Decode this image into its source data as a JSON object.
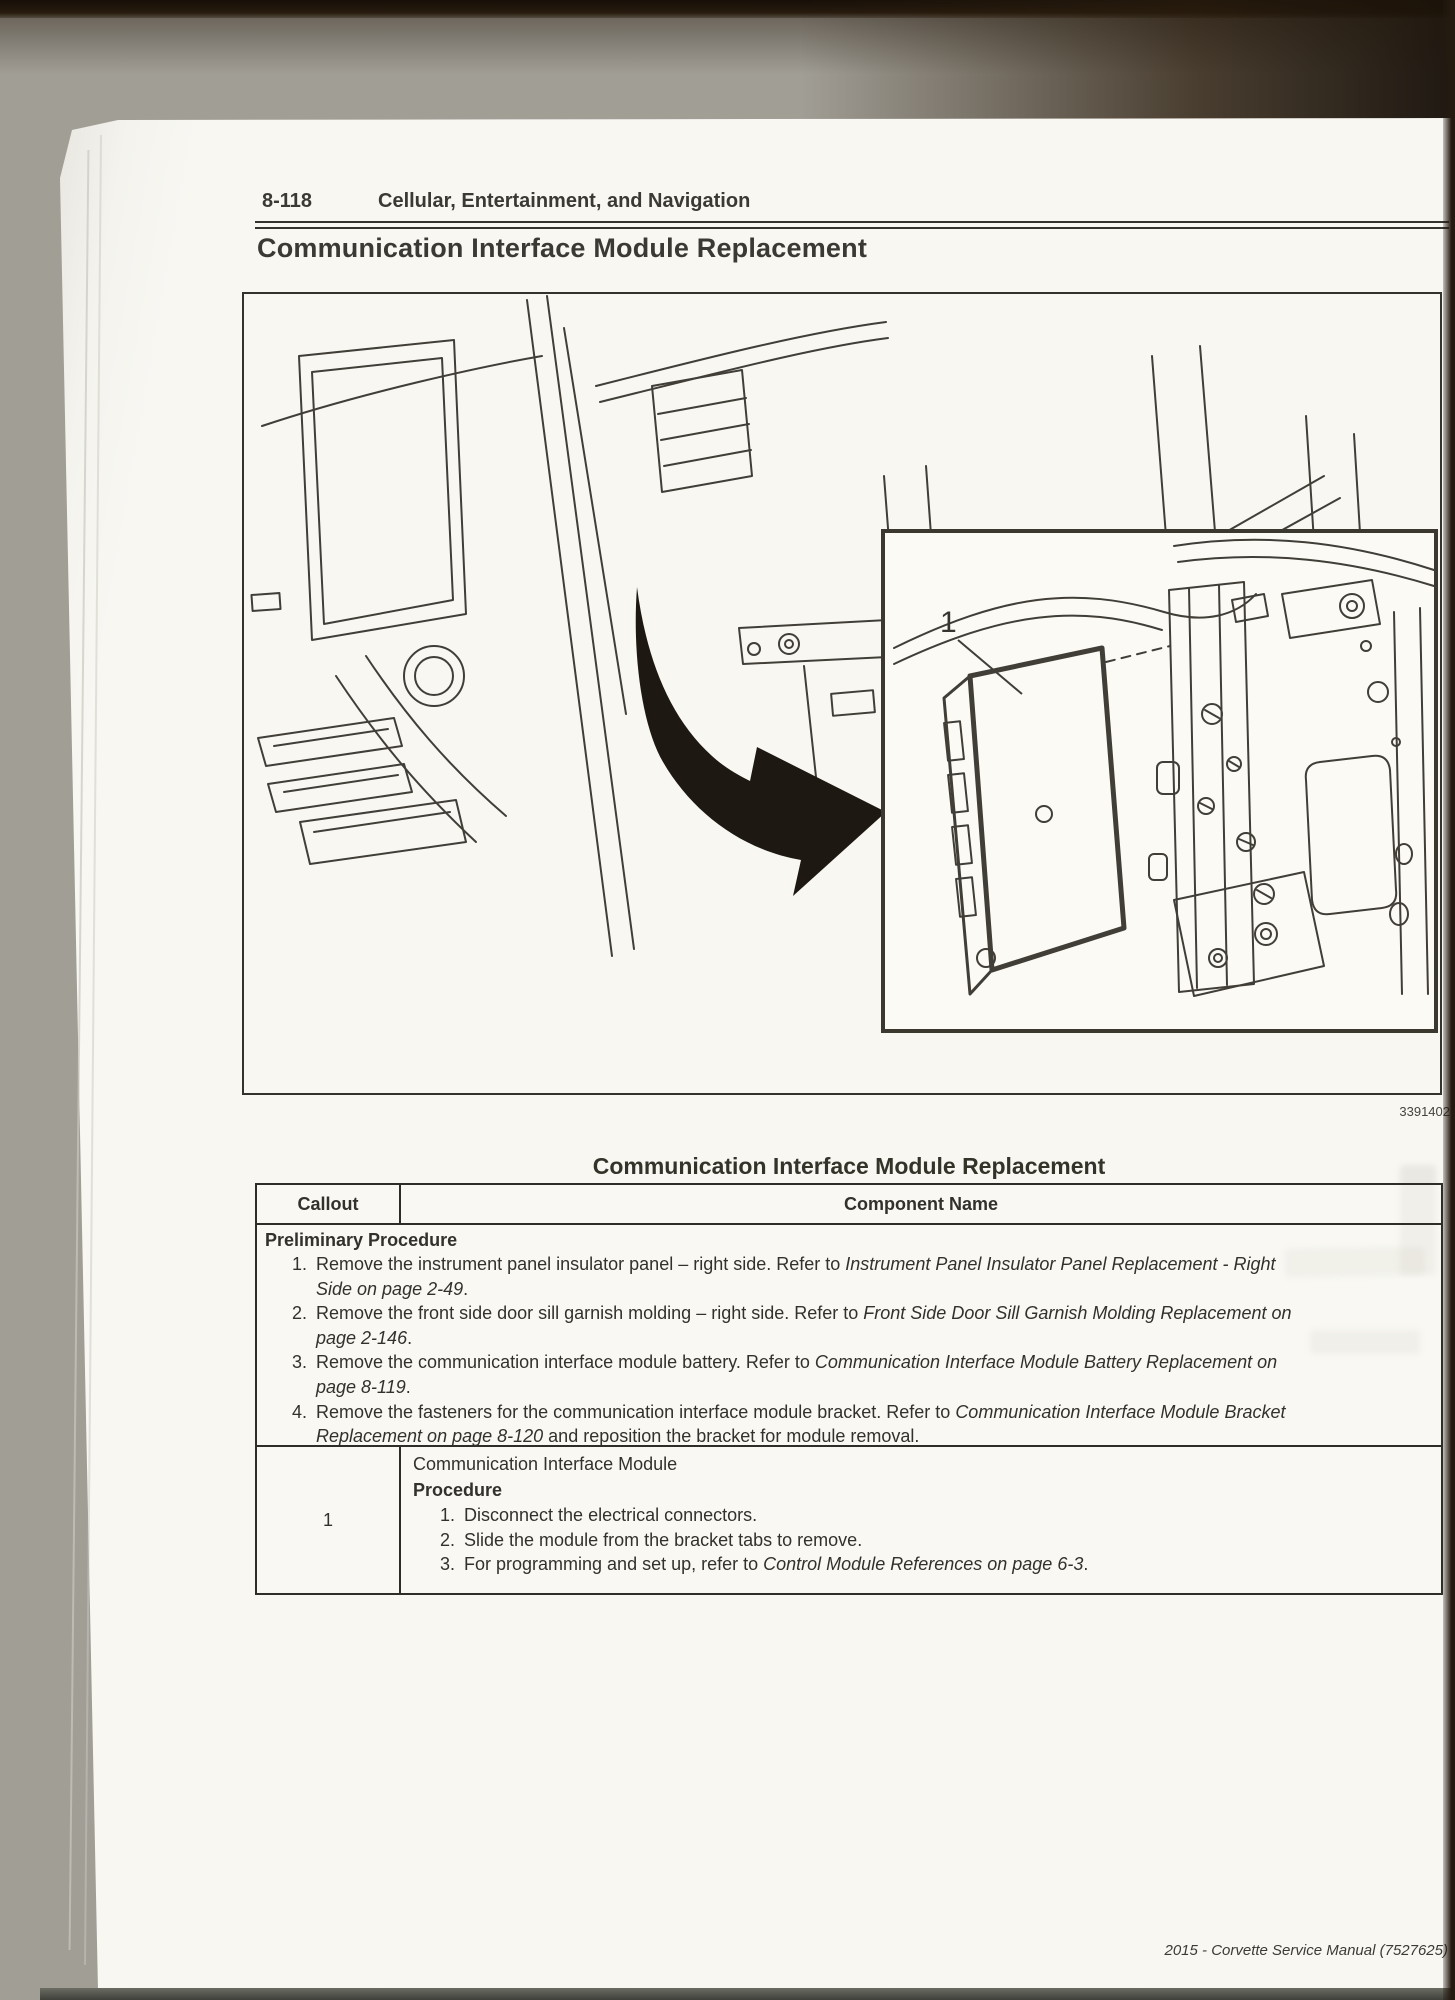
{
  "header": {
    "page_number": "8-118",
    "section": "Cellular, Entertainment, and Navigation"
  },
  "title": "Communication Interface Module Replacement",
  "figure": {
    "number": "3391402",
    "callout": "1"
  },
  "table": {
    "title": "Communication Interface Module Replacement",
    "columns": {
      "callout": "Callout",
      "component": "Component Name"
    },
    "preliminary": {
      "heading": "Preliminary Procedure",
      "items": [
        {
          "num": "1.",
          "lines": [
            [
              {
                "t": "Remove the instrument panel insulator panel – right side. Refer to ",
                "i": false
              },
              {
                "t": "Instrument Panel Insulator Panel Replacement - Right",
                "i": true
              }
            ],
            [
              {
                "t": "Side on page 2-49",
                "i": true
              },
              {
                "t": ".",
                "i": false
              }
            ]
          ]
        },
        {
          "num": "2.",
          "lines": [
            [
              {
                "t": "Remove the front side door sill garnish molding – right side. Refer to ",
                "i": false
              },
              {
                "t": "Front Side Door Sill Garnish Molding Replacement on",
                "i": true
              }
            ],
            [
              {
                "t": "page 2-146",
                "i": true
              },
              {
                "t": ".",
                "i": false
              }
            ]
          ]
        },
        {
          "num": "3.",
          "lines": [
            [
              {
                "t": "Remove the communication interface module battery. Refer to ",
                "i": false
              },
              {
                "t": "Communication Interface Module Battery Replacement on",
                "i": true
              }
            ],
            [
              {
                "t": "page 8-119",
                "i": true
              },
              {
                "t": ".",
                "i": false
              }
            ]
          ]
        },
        {
          "num": "4.",
          "lines": [
            [
              {
                "t": "Remove the fasteners for the communication interface module bracket. Refer to ",
                "i": false
              },
              {
                "t": "Communication Interface Module Bracket",
                "i": true
              }
            ],
            [
              {
                "t": "Replacement on page 8-120",
                "i": true
              },
              {
                "t": " and reposition the bracket for module removal.",
                "i": false
              }
            ]
          ]
        }
      ]
    },
    "callout_row": {
      "callout": "1",
      "component": "Communication Interface Module",
      "procedure_heading": "Procedure",
      "steps": [
        {
          "num": "1.",
          "lines": [
            [
              {
                "t": "Disconnect the electrical connectors.",
                "i": false
              }
            ]
          ]
        },
        {
          "num": "2.",
          "lines": [
            [
              {
                "t": "Slide the module from the bracket tabs to remove.",
                "i": false
              }
            ]
          ]
        },
        {
          "num": "3.",
          "lines": [
            [
              {
                "t": "For programming and set up, refer to ",
                "i": false
              },
              {
                "t": "Control Module References on page 6-3",
                "i": true
              },
              {
                "t": ".",
                "i": false
              }
            ]
          ]
        }
      ]
    }
  },
  "footer": "2015 - Corvette Service Manual (7527625)",
  "colors": {
    "ink": "#32312b",
    "line_art": "#403e36",
    "scan_edge": "#241a10"
  }
}
